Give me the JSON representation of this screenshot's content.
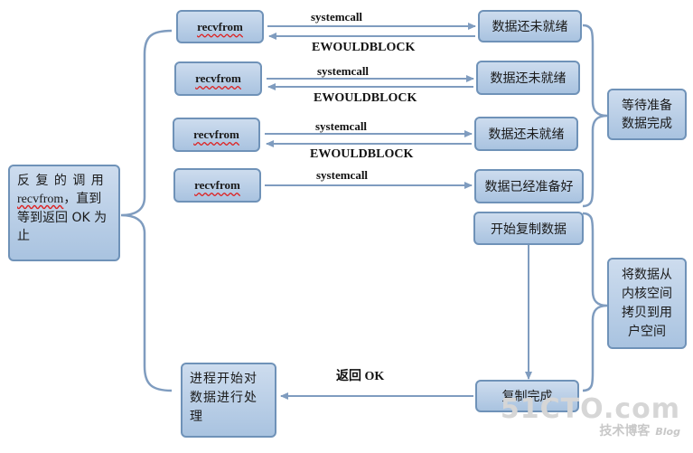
{
  "left_box": {
    "line1": "反 复 的 调 用",
    "rf": "recvfrom",
    "line2_rest": "，直到",
    "line3": "等到返回 OK 为",
    "line4": "止"
  },
  "recvfrom": [
    "recvfrom",
    "recvfrom",
    "recvfrom",
    "recvfrom"
  ],
  "syscall": [
    "systemcall",
    "systemcall",
    "systemcall",
    "systemcall"
  ],
  "ewouldblock": [
    "EWOULDBLOCK",
    "EWOULDBLOCK",
    "EWOULDBLOCK"
  ],
  "status": [
    "数据还未就绪",
    "数据还未就绪",
    "数据还未就绪",
    "数据已经准备好"
  ],
  "copy_start": "开始复制数据",
  "copy_done": "复制完成",
  "wait_label": {
    "line1": "等待准备",
    "line2": "数据完成"
  },
  "copy_label": {
    "line1": "将数据从",
    "line2": "内核空间",
    "line3": "拷贝到用",
    "line4": "户空间"
  },
  "return_ok": "返回  OK",
  "process_box": {
    "line1": "进程开始对",
    "line2": "数据进行处",
    "line3": "理"
  },
  "watermark": {
    "main": "51CTO.com",
    "sub": "技术博客",
    "blog": "Blog"
  },
  "colors": {
    "arrow": "#7f9cbf",
    "brace": "#7f9cbf",
    "box_border": "#6f92b8"
  }
}
